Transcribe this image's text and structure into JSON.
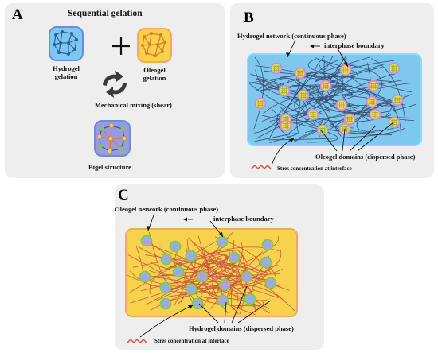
{
  "panel_a": {
    "label": "A",
    "title": "Sequential gelation",
    "hydrogel_line1": "Hydrogel",
    "hydrogel_line2": "gelation",
    "oleogel_line1": "Oleogel",
    "oleogel_line2": "gelation",
    "mixing": "Mechanical mixing (shear)",
    "bigel": "Bigel structure"
  },
  "panel_b": {
    "label": "B",
    "network": "Hydrogel network (continuous phase)",
    "boundary": "interphase boundary",
    "domains": "Oleogel domains (dispersed phase)",
    "stress": "Stres concentration at interface"
  },
  "panel_c": {
    "label": "C",
    "network": "Oleogel network (continuous phase)",
    "boundary": "interphase boundary",
    "domains": "Hydrogel domains (dispersed phase)",
    "stress": "Stres concentration at interface"
  },
  "colors": {
    "panel_bg": "#eeeeee",
    "hydrogel": "#7ec8ef",
    "hydrogel_border": "#6a8fd8",
    "oleogel": "#f7d24c",
    "oleogel_border": "#f3a85a",
    "fiber_blue_matrix": "#3a4f74",
    "fiber_yellow_matrix": "#c95a42",
    "stress_zigzag": "#d9534a"
  }
}
